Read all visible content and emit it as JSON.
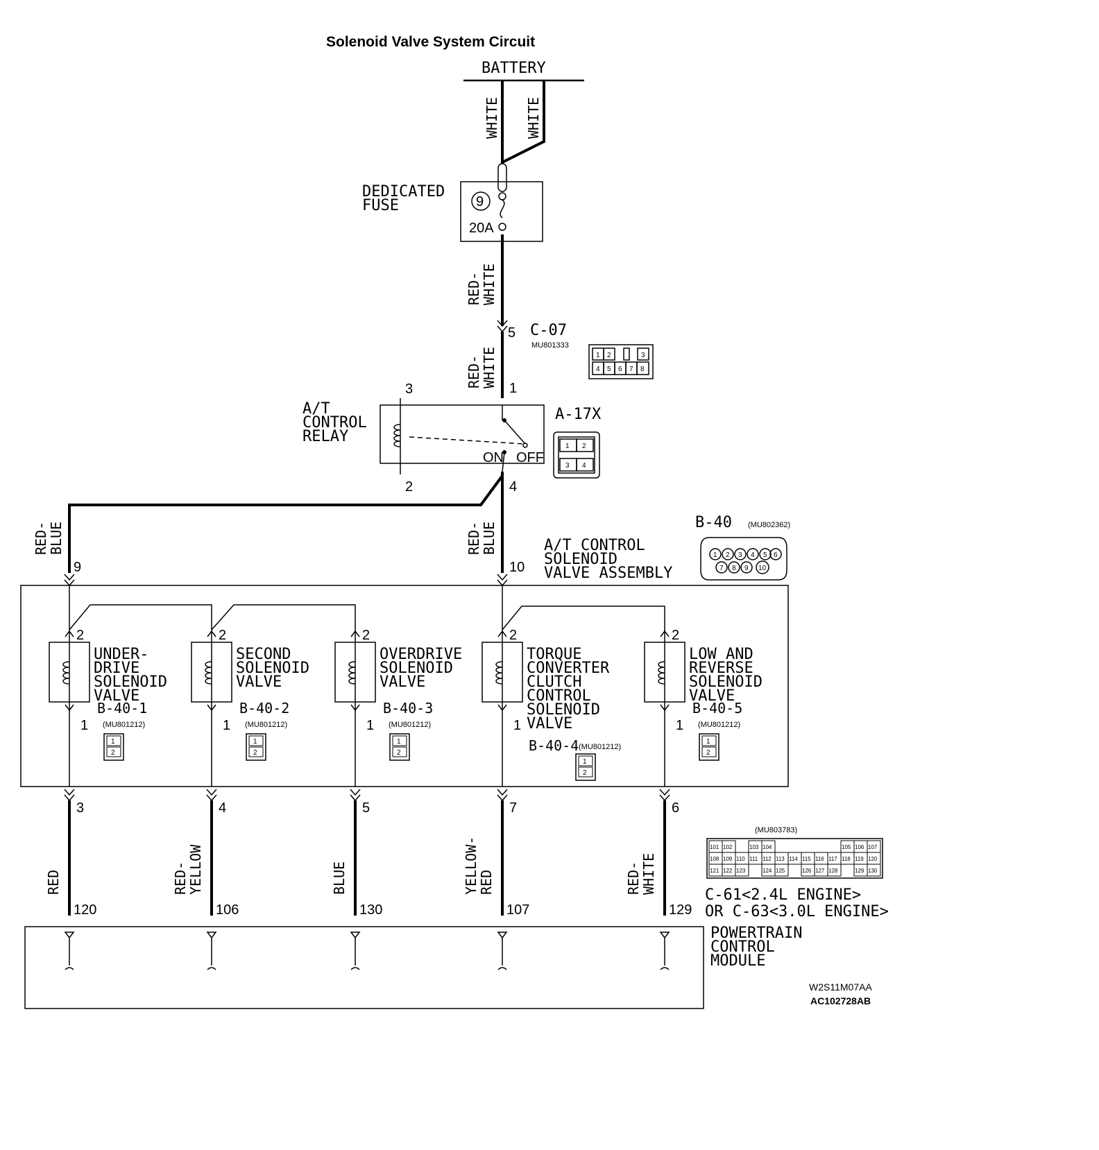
{
  "title": "Solenoid Valve System Circuit",
  "battery": {
    "label": "BATTERY"
  },
  "wires": {
    "battery_left": "WHITE",
    "battery_right": "WHITE",
    "fuse_out": [
      "RED-",
      "WHITE"
    ],
    "relay_in": [
      "RED-",
      "WHITE"
    ],
    "left_feed": [
      "RED-",
      "BLUE"
    ],
    "center_feed": [
      "RED-",
      "BLUE"
    ],
    "w1": "RED",
    "w2": [
      "RED-",
      "YELLOW"
    ],
    "w3": "BLUE",
    "w4": [
      "YELLOW-",
      "RED"
    ],
    "w5": [
      "RED-",
      "WHITE"
    ]
  },
  "fuse": {
    "name": [
      "DEDICATED",
      "FUSE"
    ],
    "number": "9",
    "rating": "20A"
  },
  "connector_c07": {
    "id": "C-07",
    "part": "MU801333",
    "pin": "5",
    "cells": [
      "1",
      "2",
      "3",
      "4",
      "5",
      "6",
      "7",
      "8"
    ]
  },
  "relay": {
    "name": [
      "A/T",
      "CONTROL",
      "RELAY"
    ],
    "id": "A-17X",
    "pin_in": "1",
    "pin_coil_top": "3",
    "pin_coil_bottom": "2",
    "pin_out": "4",
    "on": "ON",
    "off": "OFF",
    "cells": [
      "1",
      "2",
      "3",
      "4"
    ]
  },
  "assembly": {
    "id": "B-40",
    "part": "(MU802362)",
    "name": [
      "A/T CONTROL",
      "SOLENOID",
      "VALVE ASSEMBLY"
    ],
    "pin_left": "9",
    "pin_center": "10",
    "pins": [
      "1",
      "2",
      "3",
      "4",
      "5",
      "6",
      "7",
      "8",
      "9",
      "10"
    ]
  },
  "valves": [
    {
      "name": [
        "UNDER-",
        "DRIVE",
        "SOLENOID",
        "VALVE"
      ],
      "conn": "B-40-1",
      "part": "(MU801212)",
      "top": "2",
      "bottom": "1",
      "out_pin": "3",
      "pcm_pin": "120"
    },
    {
      "name": [
        "SECOND",
        "SOLENOID",
        "VALVE"
      ],
      "conn": "B-40-2",
      "part": "(MU801212)",
      "top": "2",
      "bottom": "1",
      "out_pin": "4",
      "pcm_pin": "106"
    },
    {
      "name": [
        "OVERDRIVE",
        "SOLENOID",
        "VALVE"
      ],
      "conn": "B-40-3",
      "part": "(MU801212)",
      "top": "2",
      "bottom": "1",
      "out_pin": "5",
      "pcm_pin": "130"
    },
    {
      "name": [
        "TORQUE",
        "CONVERTER",
        "CLUTCH",
        "CONTROL",
        "SOLENOID",
        "VALVE"
      ],
      "conn": "B-40-4",
      "part": "(MU801212)",
      "top": "2",
      "bottom": "1",
      "out_pin": "7",
      "pcm_pin": "107"
    },
    {
      "name": [
        "LOW AND",
        "REVERSE",
        "SOLENOID",
        "VALVE"
      ],
      "conn": "B-40-5",
      "part": "(MU801212)",
      "top": "2",
      "bottom": "1",
      "out_pin": "6",
      "pcm_pin": "129"
    }
  ],
  "valve_cell": {
    "a": "1",
    "b": "2"
  },
  "pcm_connector": {
    "part": "(MU803783)",
    "line1": "C-61<2.4L ENGINE>",
    "line2": "OR C-63<3.0L ENGINE>",
    "row1": [
      "101",
      "102",
      "",
      "103",
      "104",
      "",
      "",
      "",
      "105",
      "106",
      "107"
    ],
    "row2": [
      "108",
      "109",
      "110",
      "111",
      "112",
      "113",
      "114",
      "115",
      "116",
      "117",
      "118",
      "119",
      "120"
    ],
    "row3": [
      "121",
      "122",
      "123",
      "",
      "124",
      "125",
      "",
      "126",
      "127",
      "128",
      "",
      "129",
      "130"
    ]
  },
  "pcm": {
    "name": [
      "POWERTRAIN",
      "CONTROL",
      "MODULE"
    ]
  },
  "codes": {
    "a": "W2S11M07AA",
    "b": "AC102728AB"
  }
}
